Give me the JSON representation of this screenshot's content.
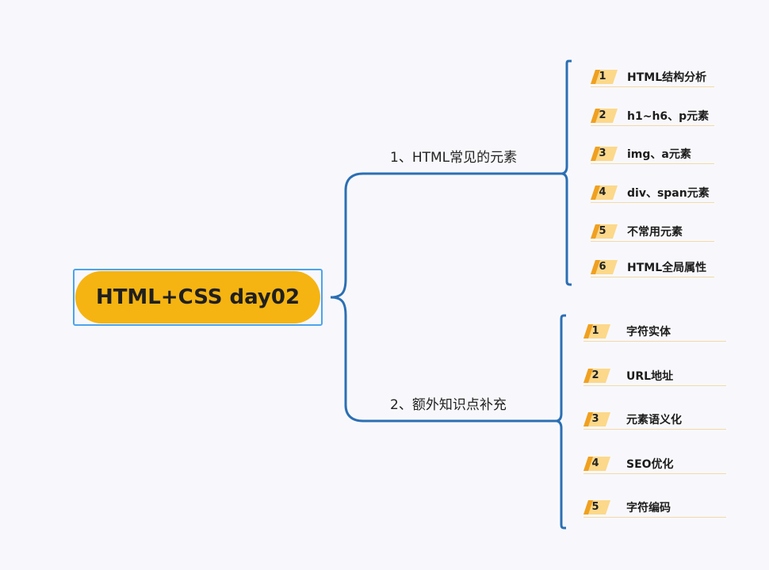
{
  "root": {
    "title": "HTML+CSS day02"
  },
  "branches": [
    {
      "label": "1、HTML常见的元素",
      "children": [
        {
          "num": "1",
          "text": "HTML结构分析"
        },
        {
          "num": "2",
          "text": "h1~h6、p元素"
        },
        {
          "num": "3",
          "text": "img、a元素"
        },
        {
          "num": "4",
          "text": "div、span元素"
        },
        {
          "num": "5",
          "text": "不常用元素"
        },
        {
          "num": "6",
          "text": "HTML全局属性"
        }
      ]
    },
    {
      "label": "2、额外知识点补充",
      "children": [
        {
          "num": "1",
          "text": "字符实体"
        },
        {
          "num": "2",
          "text": "URL地址"
        },
        {
          "num": "3",
          "text": "元素语义化"
        },
        {
          "num": "4",
          "text": "SEO优化"
        },
        {
          "num": "5",
          "text": "字符编码"
        }
      ]
    }
  ],
  "colors": {
    "connector": "#2b6fb4",
    "root": "#f5b411",
    "badge_light": "#fcd88a",
    "badge_dark": "#f0a020"
  }
}
